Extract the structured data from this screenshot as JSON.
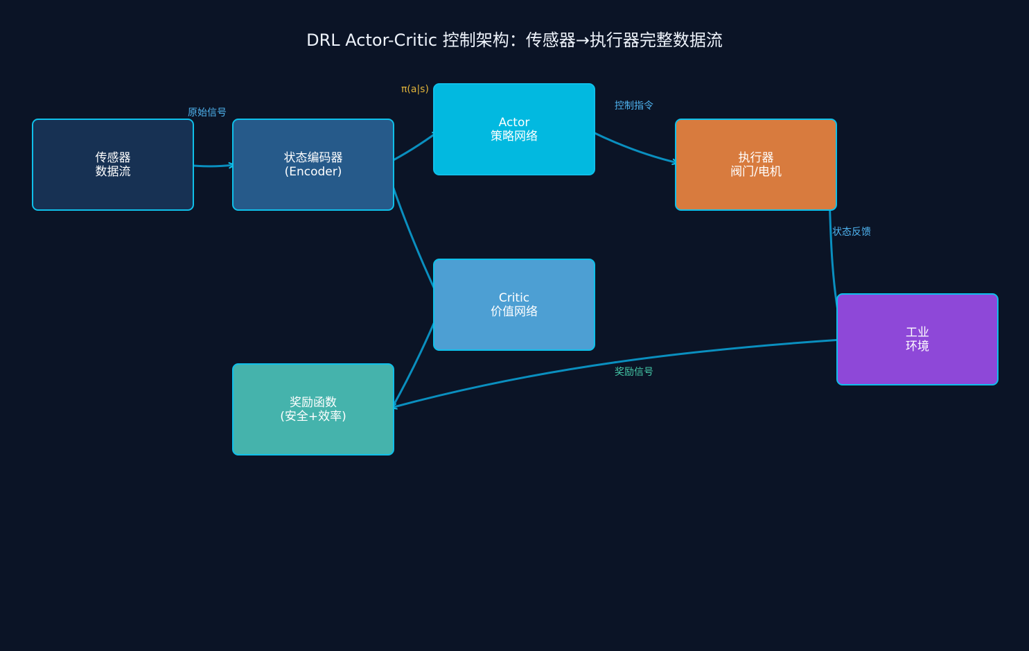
{
  "title": "DRL Actor-Critic 控制架构：传感器→执行器完整数据流",
  "nodes": {
    "sensor": {
      "line1": "传感器",
      "line2": "数据流",
      "color": "#173153"
    },
    "encoder": {
      "line1": "状态编码器",
      "line2": "(Encoder)",
      "color": "#265a8a"
    },
    "actor": {
      "line1": "Actor",
      "line2": "策略网络",
      "color": "#02b9e0"
    },
    "critic": {
      "line1": "Critic",
      "line2": "价值网络",
      "color": "#4d9fd3"
    },
    "actuator": {
      "line1": "执行器",
      "line2": "阀门/电机",
      "color": "#d87b3e"
    },
    "environment": {
      "line1": "工业",
      "line2": "环境",
      "color": "#8e48d8"
    },
    "reward": {
      "line1": "奖励函数",
      "line2": "(安全+效率)",
      "color": "#45b3ac"
    }
  },
  "edge_labels": {
    "raw_signal": "原始信号",
    "policy": "π(a|s)",
    "control_cmd": "控制指令",
    "state_feedback": "状态反馈",
    "reward_signal": "奖励信号"
  },
  "colors": {
    "background": "#0b1426",
    "node_border": "#0fc0ea",
    "edge": "#0a8fbf",
    "label_blue": "#4fb3ef",
    "label_gold": "#e2b43a",
    "label_green": "#45c9a8"
  }
}
